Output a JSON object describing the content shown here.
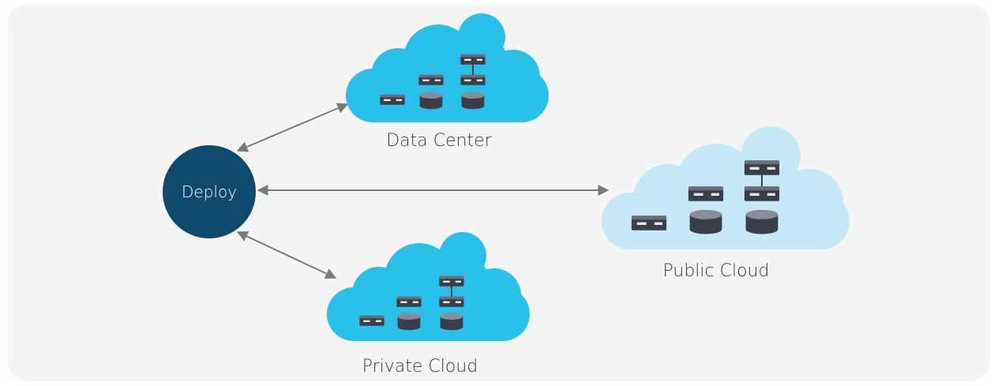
{
  "deploy": {
    "label": "Deploy"
  },
  "clouds": {
    "data_center": {
      "label": "Data Center"
    },
    "public_cloud": {
      "label": "Public Cloud"
    },
    "private_cloud": {
      "label": "Private Cloud"
    }
  },
  "colors": {
    "background_panel": "#f5f5f5",
    "deploy_circle": "#0d4a6b",
    "cloud_primary": "#29c0ea",
    "cloud_light": "#c5e9f6",
    "arrow": "#7a7a7a",
    "server_dark": "#3b3d48",
    "label_text": "#39393b"
  }
}
